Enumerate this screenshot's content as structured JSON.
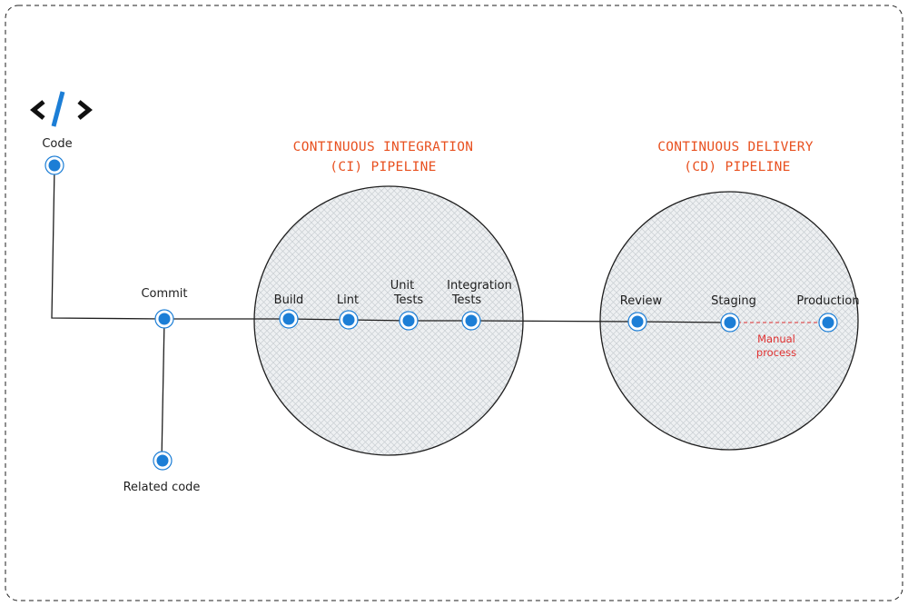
{
  "diagram": {
    "icon": "code-icon",
    "code_label": "Code",
    "commit_label": "Commit",
    "related_label": "Related code",
    "ci": {
      "title_line1": "CONTINUOUS INTEGRATION",
      "title_line2": "(CI) PIPELINE",
      "steps": [
        {
          "line1": "Build",
          "line2": ""
        },
        {
          "line1": "Lint",
          "line2": ""
        },
        {
          "line1": "Unit",
          "line2": "Tests"
        },
        {
          "line1": "Integration",
          "line2": "Tests"
        }
      ]
    },
    "cd": {
      "title_line1": "CONTINUOUS DELIVERY",
      "title_line2": "(CD) PIPELINE",
      "steps": [
        {
          "line1": "Review"
        },
        {
          "line1": "Staging"
        },
        {
          "line1": "Production"
        }
      ],
      "note_line1": "Manual",
      "note_line2": "process"
    },
    "colors": {
      "node": "#1c7ed6",
      "title": "#e8501f",
      "manual_link": "#e03131",
      "line": "#1e1e1e",
      "circle_fill": "#e9ecef"
    }
  }
}
